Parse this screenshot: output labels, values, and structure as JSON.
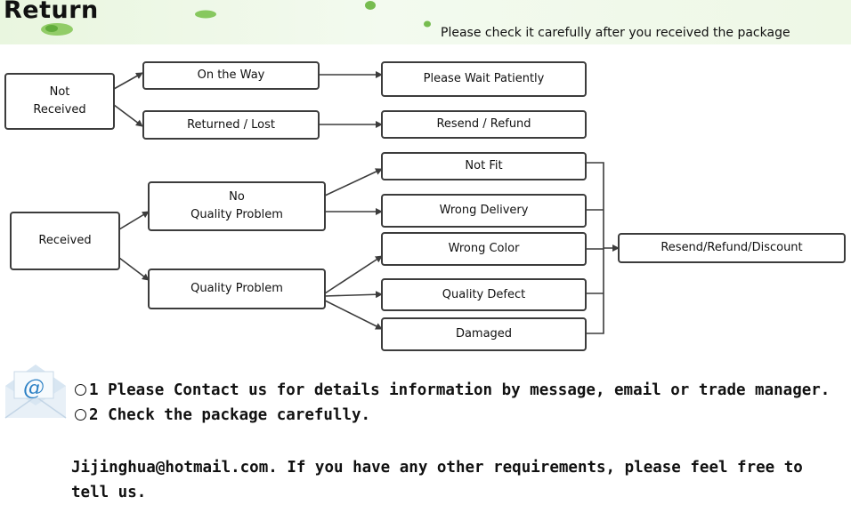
{
  "header": {
    "title": "Return",
    "subtitle": "Please check it carefully after you received the package"
  },
  "diagram": {
    "not_received": "Not\nReceived",
    "on_the_way": "On the Way",
    "returned_lost": "Returned / Lost",
    "please_wait": "Please Wait Patiently",
    "resend_refund": "Resend / Refund",
    "received": "Received",
    "no_quality_problem": "No\nQuality Problem",
    "quality_problem": "Quality Problem",
    "not_fit": "Not Fit",
    "wrong_delivery": "Wrong Delivery",
    "wrong_color": "Wrong Color",
    "quality_defect": "Quality Defect",
    "damaged": "Damaged",
    "resend_refund_discount": "Resend/Refund/Discount"
  },
  "notes": {
    "item1": "1 Please Contact us for details information by message, email or trade manager.",
    "item2": "2 Check the package carefully.",
    "contact": "Jijinghua@hotmail.com. If you have any other requirements, please feel free to tell us."
  },
  "icons": {
    "email": "envelope-at-icon",
    "leaf": "leaf-icon"
  },
  "colors": {
    "banner": "#e9f6df",
    "leaf": "#7cc24a",
    "line": "#3c3c3c"
  }
}
